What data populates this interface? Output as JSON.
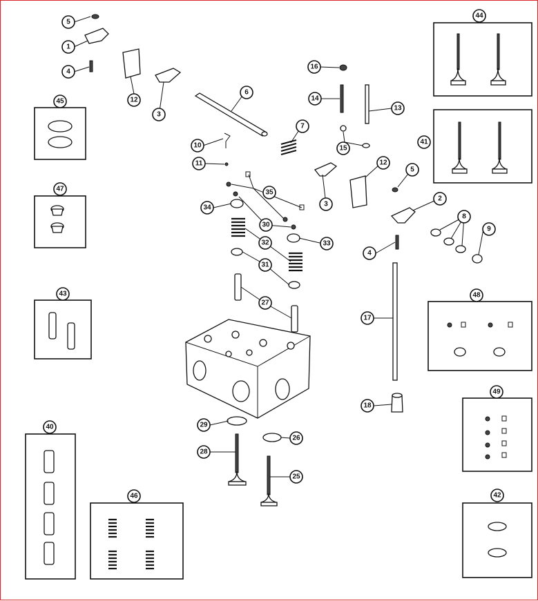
{
  "callouts": {
    "c5a": "5",
    "c1": "1",
    "c4a": "4",
    "c12a": "12",
    "c3a": "3",
    "c6": "6",
    "c10": "10",
    "c11": "11",
    "c7": "7",
    "c16": "16",
    "c14": "14",
    "c13": "13",
    "c15": "15",
    "c12b": "12",
    "c5b": "5",
    "c3b": "3",
    "c2": "2",
    "c35": "35",
    "c34": "34",
    "c30": "30",
    "c32": "32",
    "c33": "33",
    "c31": "31",
    "c27": "27",
    "c8": "8",
    "c9": "9",
    "c4b": "4",
    "c17": "17",
    "c18": "18",
    "c29": "29",
    "c26": "26",
    "c28": "28",
    "c25": "25",
    "k44": "44",
    "k45": "45",
    "k41": "41",
    "k47": "47",
    "k43": "43",
    "k48": "48",
    "k49": "49",
    "k40": "40",
    "k46": "46",
    "k42": "42"
  }
}
